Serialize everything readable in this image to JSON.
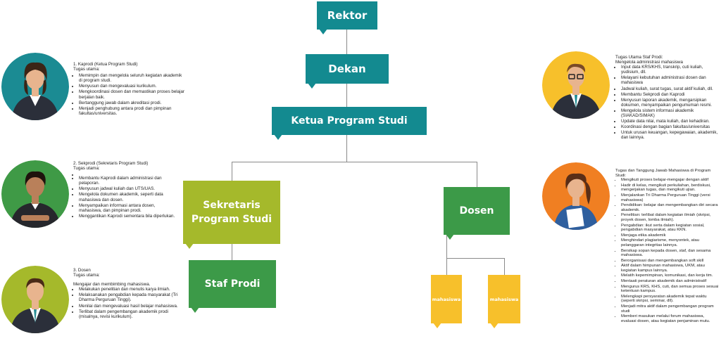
{
  "chart": {
    "boxes": {
      "rektor": "Rektor",
      "dekan": "Dekan",
      "kaprodi": "Ketua Program Studi",
      "sekprodi": "Sekretaris Program Studi",
      "dosen": "Dosen",
      "staf": "Staf Prodi",
      "mahasiswa_1": "mahasiswa",
      "mahasiswa_2": "mahasiswa"
    },
    "colors": {
      "teal": "#138a90",
      "olive": "#a5b92b",
      "green": "#3c9a48",
      "yellow": "#f7c02b",
      "avatar_teal": "#1b8b93",
      "avatar_green": "#3f9a46",
      "avatar_olive": "#a5b92b",
      "avatar_yellow": "#f7c02b",
      "avatar_orange": "#f07f22"
    }
  },
  "left": {
    "kaprodi": {
      "title": "1. Kaprodi (Ketua Program Studi)",
      "subtitle": "Tugas utama:",
      "items": [
        "Memimpin dan mengelola seluruh kegiatan akademik di program studi.",
        "Menyusun dan mengevaluasi kurikulum.",
        "Mengkoordinasi dosen dan memastikan proses belajar berjalan baik.",
        "Bertanggung jawab dalam akreditasi prodi.",
        "Menjadi penghubung antara prodi dan pimpinan fakultas/universitas."
      ]
    },
    "sekprodi": {
      "title": "2. Sekprodi (Sekretaris Program Studi)",
      "subtitle": "Tugas utama:",
      "items": [
        "",
        "Membantu Kaprodi dalam administrasi dan pelaporan.",
        "Menyusun jadwal kuliah dan UTS/UAS.",
        "Mengelola dokumen akademik, seperti data mahasiswa dan dosen.",
        "Menyampaikan informasi antara dosen, mahasiswa, dan pimpinan prodi.",
        "Menggantikan Kaprodi sementara bila diperlukan."
      ]
    },
    "dosen": {
      "title": "3. Dosen",
      "subtitle": "Tugas utama:",
      "intro": "Mengajar dan membimbing mahasiswa.",
      "items": [
        "Melakukan penelitian dan menulis karya ilmiah.",
        "Melaksanakan pengabdian kepada masyarakat (Tri Dharma Perguruan Tinggi).",
        "Menilai dan mengevaluasi hasil belajar mahasiswa.",
        "Terlibat dalam pengembangan akademik prodi (misalnya, revisi kurikulum)."
      ]
    }
  },
  "right": {
    "staf": {
      "title": "Tugas Utama Staf Prodi:",
      "subtitle": "Mengelola administrasi mahasiswa",
      "items": [
        "Input data KRS/KHS, transkrip, cuti kuliah, yudisium, dll.",
        "Melayani kebutuhan administrasi dosen dan mahasiswa",
        "Jadwal kuliah, surat tugas, surat aktif kuliah, dll.",
        "Membantu Sekprodi dan Kaprodi",
        "Menyusun laporan akademik, mengarsipkan dokumen, menyampaikan pengumuman resmi.",
        "Mengelola sistem informasi akademik (SIAKAD/SIMAK)",
        "Update data nilai, mata kuliah, dan kehadiran.",
        "Koordinasi dengan bagian fakultas/universitas",
        "Untuk urusan keuangan, kepegawaian, akademik, dan lainnya."
      ]
    },
    "mahasiswa": {
      "title": "Tugas dan Tanggung Jawab Mahasiswa di Program Studi:",
      "items": [
        "Mengikuti proses belajar-mengajar dengan aktif",
        "Hadir di kelas, mengikuti perkuliahan, berdiskusi, mengerjakan tugas, dan mengikuti ujian.",
        "Menjalankan Tri Dharma Perguruan Tinggi (versi mahasiswa)",
        "Pendidikan: belajar dan mengembangkan diri secara akademik.",
        "Penelitian: terlibat dalam kegiatan ilmiah (skripsi, proyek dosen, lomba ilmiah).",
        "Pengabdian: ikut serta dalam kegiatan sosial, pengabdian masyarakat, atau KKN.",
        "Menjaga etika akademik",
        "Menghindari plagiarisme, menyontek, atau pelanggaran integritas lainnya.",
        "Bersikap sopan kepada dosen, staf, dan sesama mahasiswa.",
        "Berorganisasi dan mengembangkan soft skill",
        "Aktif dalam himpunan mahasiswa, UKM, atau kegiatan kampus lainnya.",
        "Melatih kepemimpinan, komunikasi, dan kerja tim.",
        "Mentaati peraturan akademik dan administratif",
        "Mengurus KRS, KHS, cuti, dan semua proses sesuai ketentuan kampus.",
        "Melengkapi persyaratan akademik tepat waktu (seperti skripsi, seminar, dll).",
        "Menjadi mitra aktif dalam pengembangan program studi",
        "Memberi masukan melalui forum mahasiswa, evaluasi dosen, atau kegiatan penjaminan mutu."
      ]
    }
  }
}
